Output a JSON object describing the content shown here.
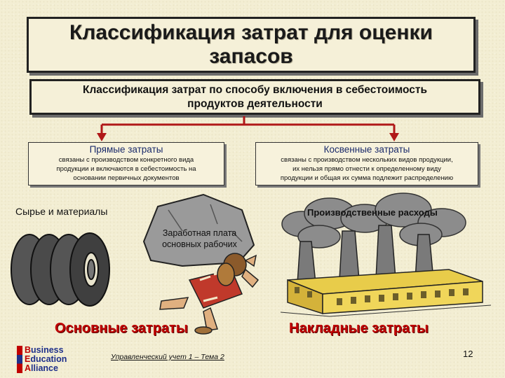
{
  "title": "Классификация затрат для оценки\nзапасов",
  "subtitle": "Классификация затрат по способу включения в себестоимость\nпродуктов деятельности",
  "direct": {
    "title": "Прямые затраты",
    "description": "связаны с производством конкретного вида\nпродукции и включаются в себестоимость на\nосновании первичных документов"
  },
  "indirect": {
    "title": "Косвенные затраты",
    "description": "связаны с производством нескольких видов продукции,\nих нельзя прямо отнести к определенному виду\nпродукции и общая их сумма подлежит распределению"
  },
  "labels": {
    "materials": "Сырье и материалы",
    "wages": "Заработная плата\nосновных рабочих",
    "overhead": "Производственные расходы"
  },
  "bottom": {
    "main_costs": "Основные затраты",
    "overhead_costs": "Накладные затраты"
  },
  "footer": {
    "course": "Управленческий учет 1 – Тема 2",
    "page": "12",
    "logo": {
      "line1_first": "B",
      "line1_rest": "usiness",
      "line2_first": "E",
      "line2_rest": "ducation",
      "line3_first": "A",
      "line3_rest": "lliance"
    }
  },
  "colors": {
    "arrow": "#b01818",
    "accent_text": "#c00000",
    "category_title": "#1a2a6a"
  }
}
